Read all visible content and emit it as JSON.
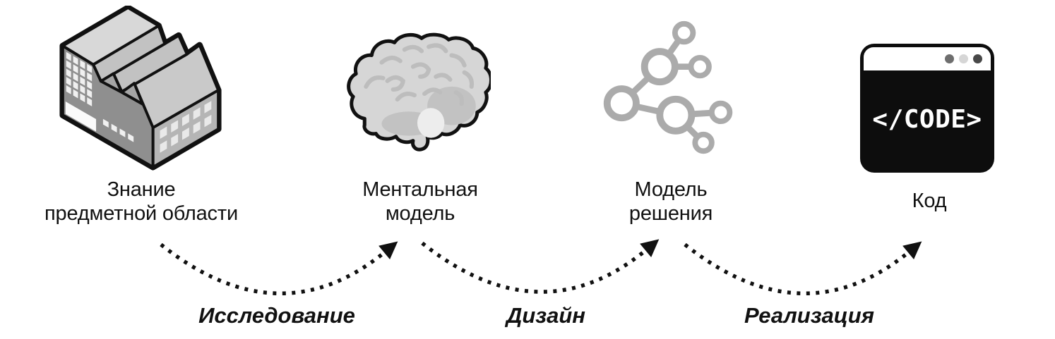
{
  "diagram": {
    "title": "domain-knowledge-to-code-process",
    "stages": [
      {
        "name": "domain-knowledge",
        "icon": "factory-icon",
        "label_line1": "Знание",
        "label_line2": "предметной области"
      },
      {
        "name": "mental-model",
        "icon": "brain-icon",
        "label_line1": "Ментальная",
        "label_line2": "модель"
      },
      {
        "name": "solution-model",
        "icon": "graph-icon",
        "label_line1": "Модель",
        "label_line2": "решения"
      },
      {
        "name": "code",
        "icon": "code-window-icon",
        "label_line1": "Код",
        "label_line2": ""
      }
    ],
    "arrows": [
      {
        "name": "research-arrow",
        "label": "Исследование"
      },
      {
        "name": "design-arrow",
        "label": "Дизайн"
      },
      {
        "name": "implementation-arrow",
        "label": "Реализация"
      }
    ],
    "code_window": {
      "text": "</CODE>",
      "titlebar_dot_colors": [
        "#6e6e6e",
        "#d6d6d6",
        "#484848"
      ]
    },
    "colors": {
      "background": "#ffffff",
      "outline": "#111111",
      "icon_gray": "#ababab",
      "text": "#111111",
      "window_background": "#0d0d0d"
    }
  }
}
